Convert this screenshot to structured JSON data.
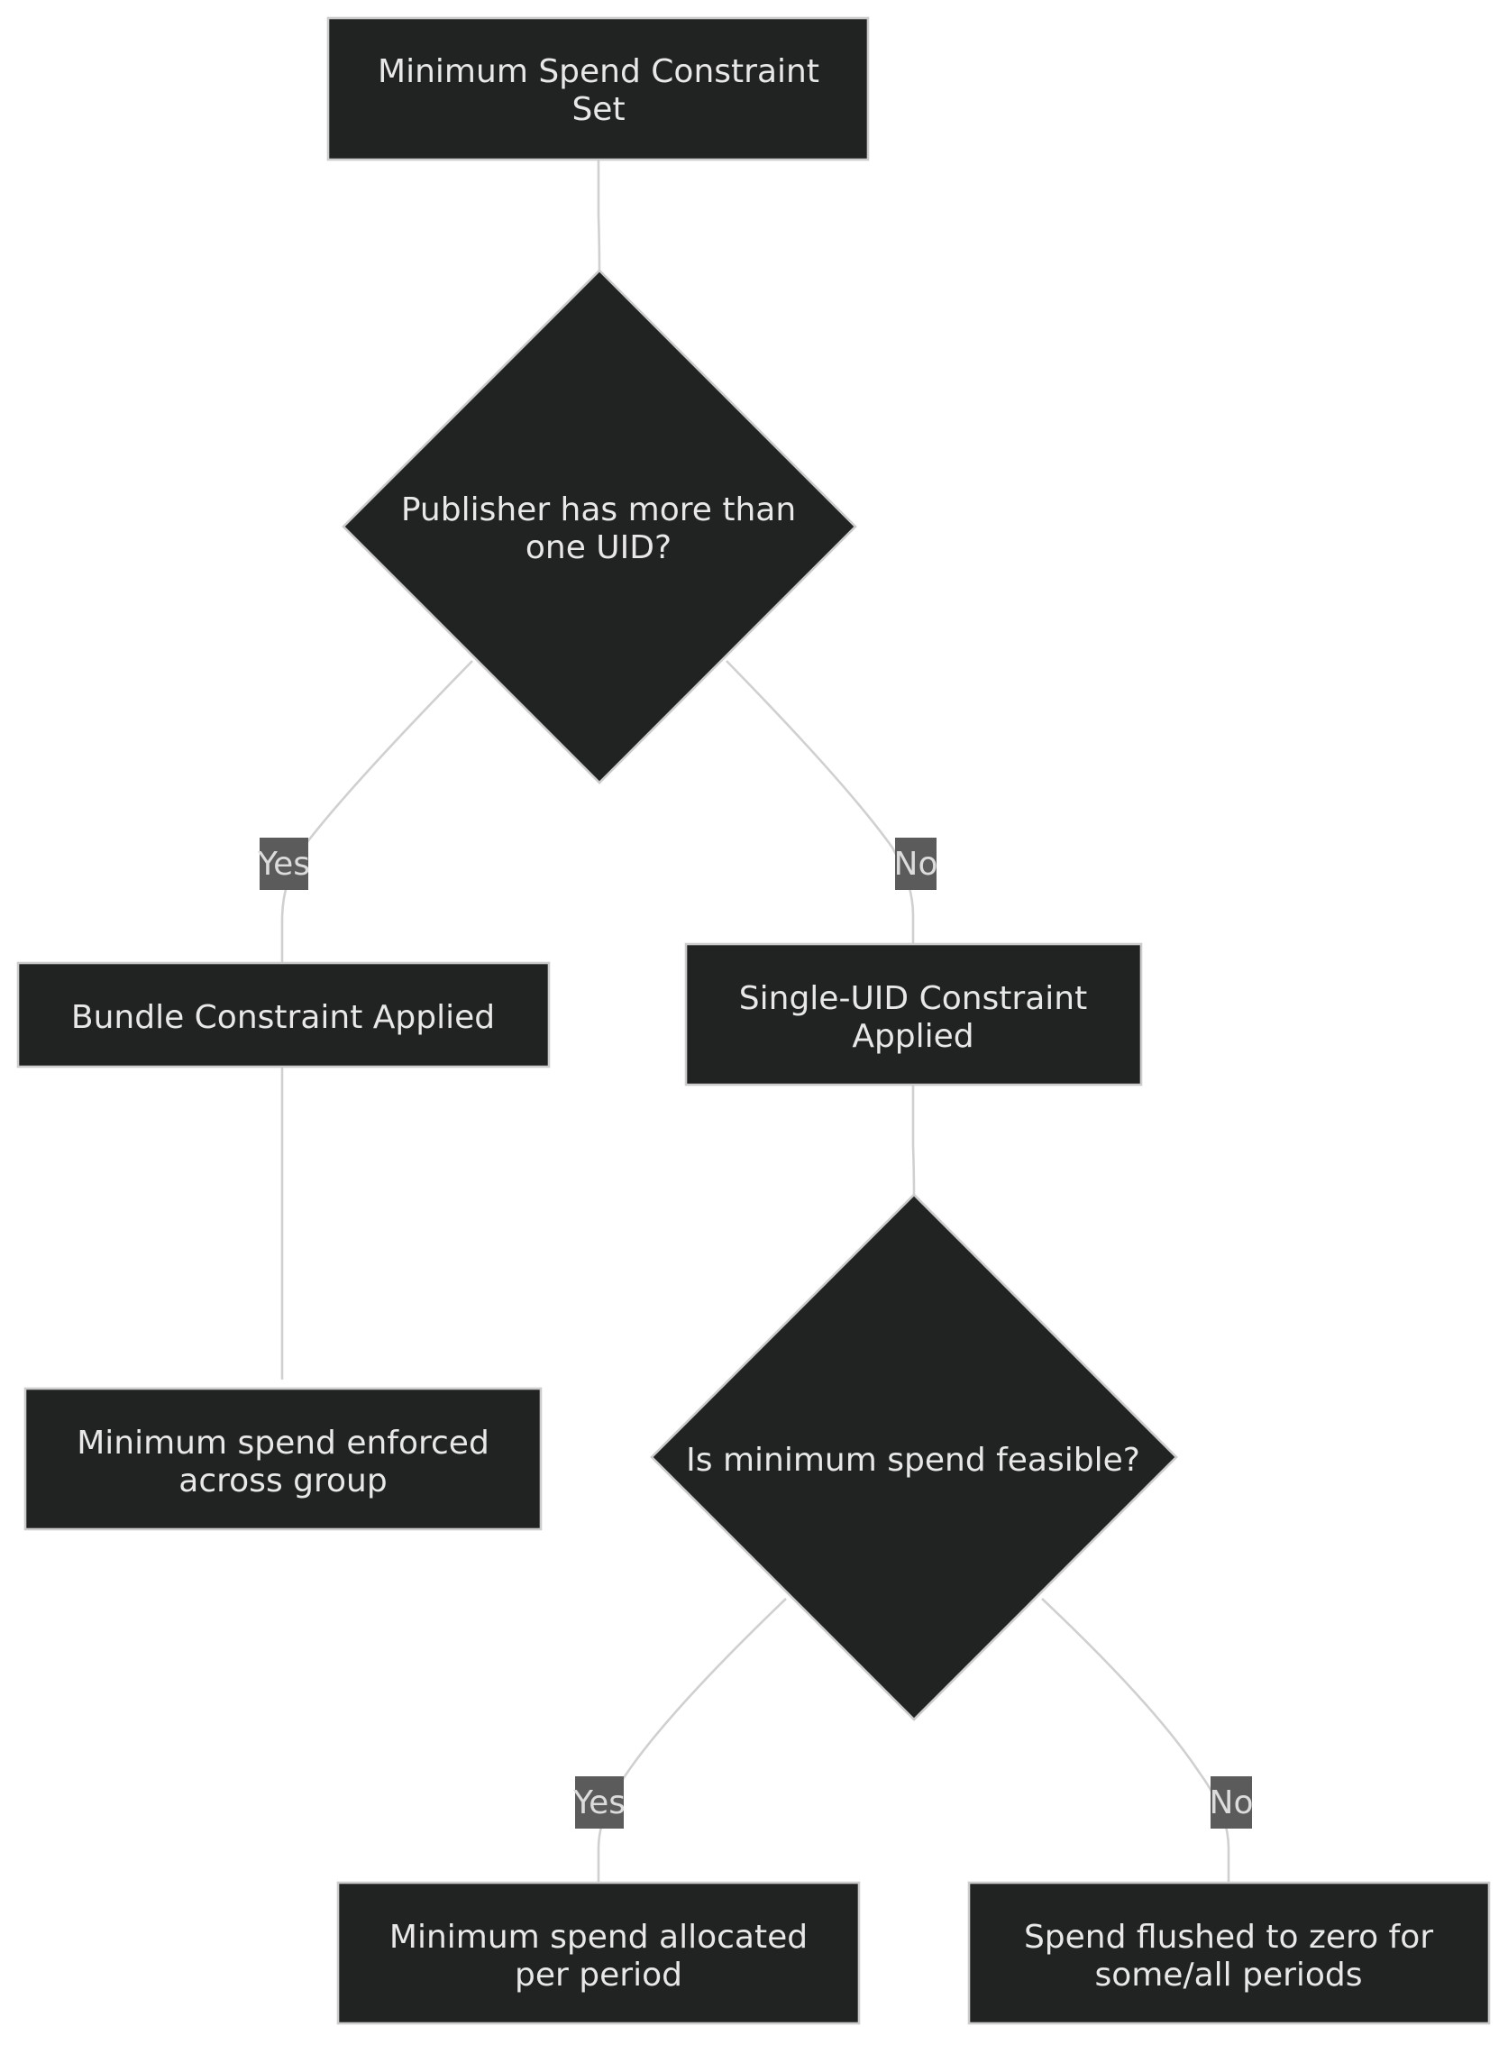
{
  "nodes": {
    "start": {
      "line1": "Minimum Spend Constraint",
      "line2": "Set"
    },
    "decision_uid": {
      "line1": "Publisher has more than",
      "line2": "one UID?"
    },
    "bundle": {
      "line1": "Bundle Constraint Applied"
    },
    "single_uid": {
      "line1": "Single-UID Constraint",
      "line2": "Applied"
    },
    "group_enforced": {
      "line1": "Minimum spend enforced",
      "line2": "across group"
    },
    "decision_feasible": {
      "line1": "Is minimum spend feasible?"
    },
    "allocated": {
      "line1": "Minimum spend allocated",
      "line2": "per period"
    },
    "flushed": {
      "line1": "Spend flushed to zero for",
      "line2": "some/all periods"
    }
  },
  "edge_labels": {
    "uid_yes": "Yes",
    "uid_no": "No",
    "feasible_yes": "Yes",
    "feasible_no": "No"
  },
  "colors": {
    "node_fill": "#212222",
    "node_stroke": "#cccccc",
    "edge_stroke": "#d0d0d0",
    "label_bg": "#5b5b5b",
    "text": "#e8e8e8"
  }
}
